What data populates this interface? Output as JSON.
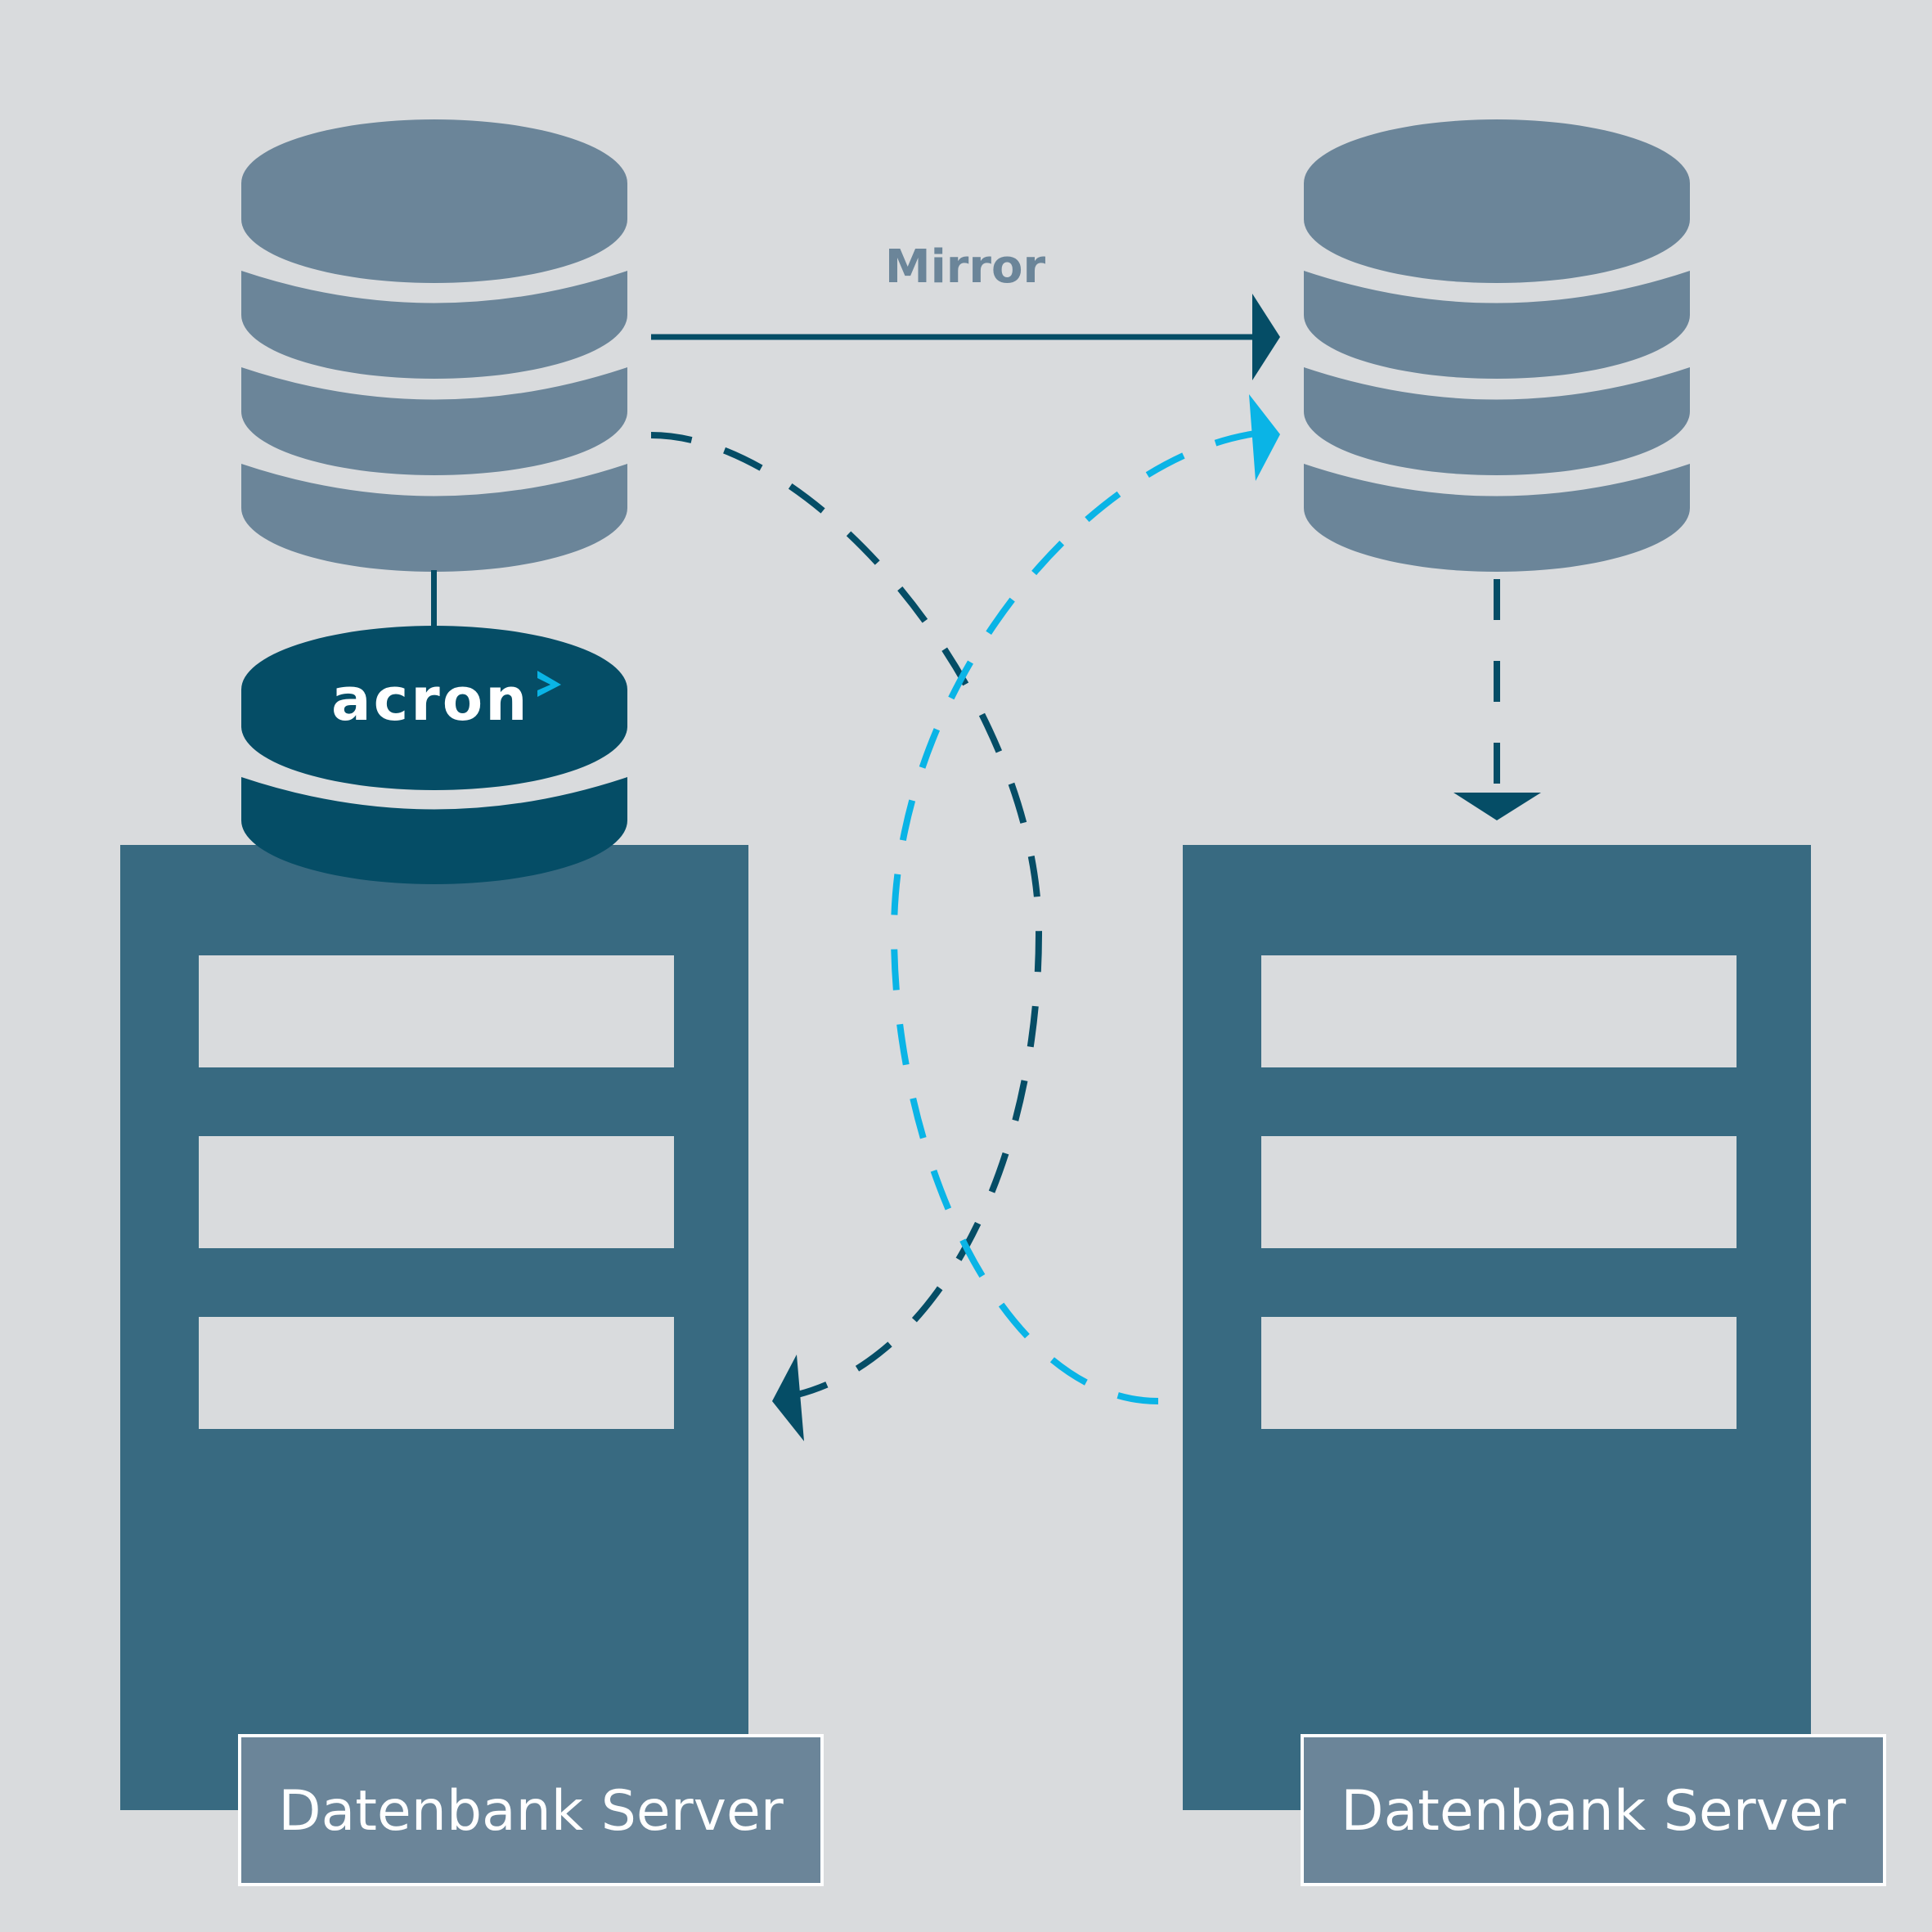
{
  "diagram": {
    "mirror_label": "Mirror",
    "logo_text": "acron",
    "logo_mark": ">",
    "servers": [
      {
        "label": "Datenbank Server"
      },
      {
        "label": "Datenbank Server"
      }
    ]
  },
  "colors": {
    "background": "#d9dbdd",
    "cylinder": "#6b8599",
    "server_body": "#386a81",
    "server_slot": "#d9dbdd",
    "label_box": "#6b8599",
    "dark_accent": "#054d66",
    "cyan_accent": "#0ab4e6",
    "white": "#ffffff"
  }
}
